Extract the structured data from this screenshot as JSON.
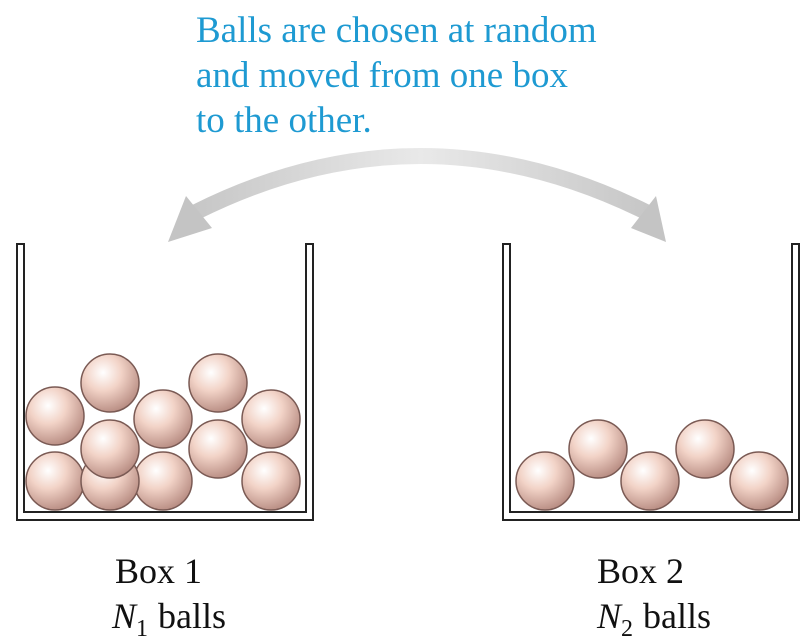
{
  "caption": {
    "lines": [
      "Balls are chosen at random",
      "and moved from one box",
      "to the other."
    ],
    "color": "#1e9ad2"
  },
  "boxes": [
    {
      "title": "Box 1",
      "count_symbol": "N",
      "count_subscript": "1",
      "count_word": "balls",
      "ball_count": 11
    },
    {
      "title": "Box 2",
      "count_symbol": "N",
      "count_subscript": "2",
      "count_word": "balls",
      "ball_count": 5
    }
  ],
  "colors": {
    "ball": "#f2d3c7",
    "arrow": "#cfcfcf",
    "box_outline": "#222222"
  }
}
